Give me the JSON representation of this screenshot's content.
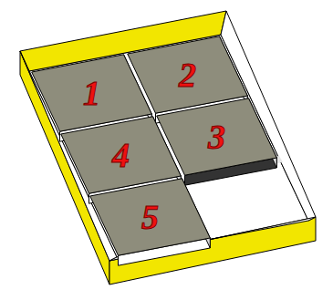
{
  "diagram": {
    "nodes": [
      {
        "text": [
          "1"
        ]
      },
      {
        "text": [
          "2"
        ]
      },
      {
        "text": [
          "4"
        ]
      },
      {
        "text": [
          "3"
        ]
      },
      {
        "text": [
          "5"
        ]
      }
    ]
  }
}
